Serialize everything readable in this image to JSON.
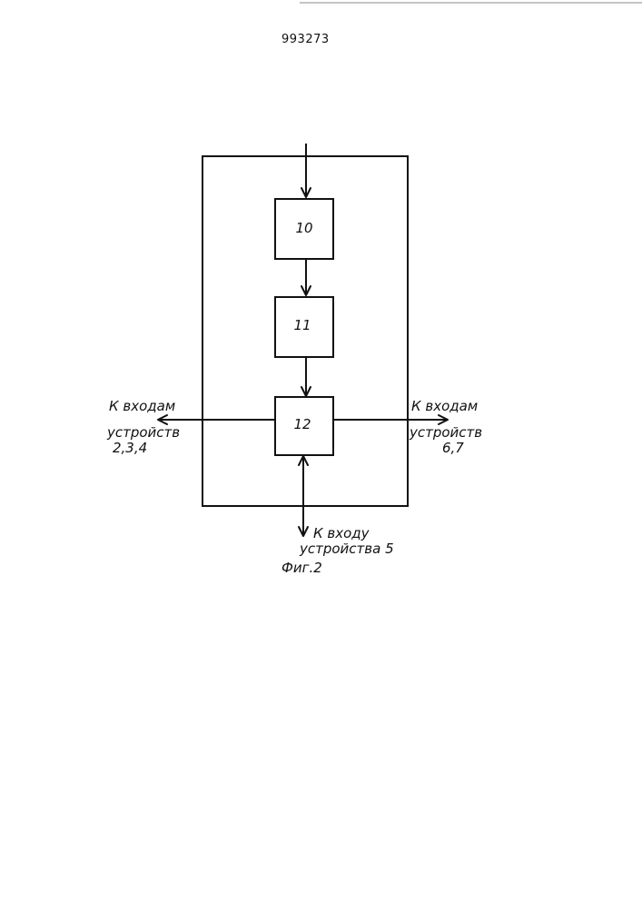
{
  "document_number": "993273",
  "blocks": [
    "10",
    "11",
    "12"
  ],
  "labels": {
    "left_line1": "К входам",
    "left_line2": "устройств",
    "left_line3": "2,3,4",
    "right_line1": "К входам",
    "right_line2": "устройств",
    "right_line3": "6,7",
    "bottom_line1": "К входу",
    "bottom_line2": "устройства 5"
  },
  "caption": "Фиг.2"
}
